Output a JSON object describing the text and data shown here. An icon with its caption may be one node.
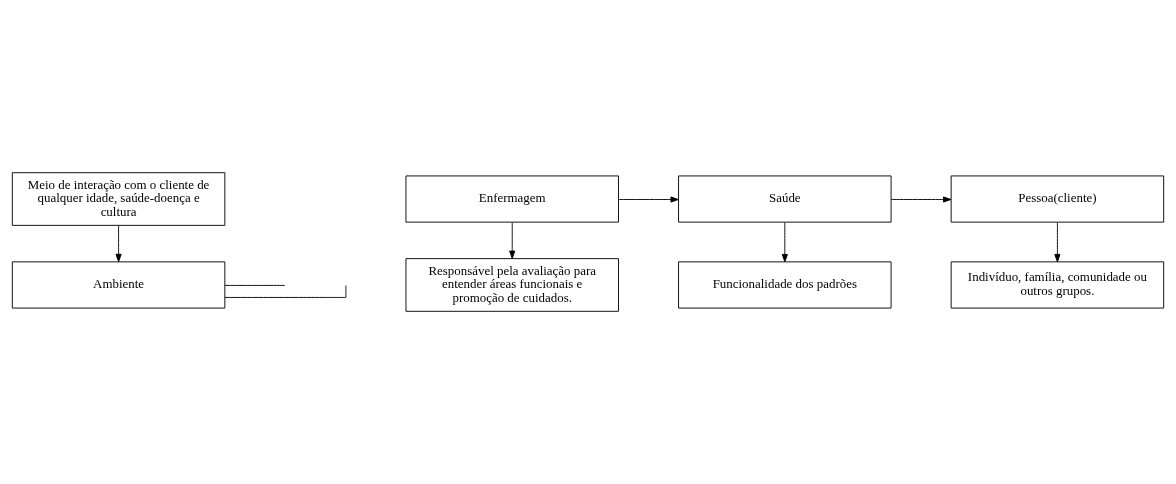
{
  "diagram": {
    "nodes": [
      {
        "text": [
          "Meio de interação com o cliente de qualquer idade, saúde-doença e cultura"
        ]
      },
      {
        "text": [
          "Ambiente"
        ]
      },
      {
        "text": [
          "Enfermagem"
        ]
      },
      {
        "text": [
          "Saúde"
        ]
      },
      {
        "text": [
          "Pessoa(cliente)"
        ]
      },
      {
        "text": [
          "Responsável pela avaliação para entender áreas funcionais e promoção de cuidados."
        ]
      },
      {
        "text": [
          "Funcionalidade dos padrões"
        ]
      },
      {
        "text": [
          "Indivíduo, família, comunidade ou outros grupos."
        ]
      }
    ],
    "edges": [
      {
        "from": 0,
        "to": 1,
        "arrow": "to"
      },
      {
        "from": 1,
        "to": null,
        "arrow": "none"
      },
      {
        "from": 1,
        "to": null,
        "arrow": "none"
      },
      {
        "from": 2,
        "to": 3,
        "arrow": "to"
      },
      {
        "from": 3,
        "to": 4,
        "arrow": "to"
      },
      {
        "from": 2,
        "to": 5,
        "arrow": "to"
      },
      {
        "from": 3,
        "to": 6,
        "arrow": "to"
      },
      {
        "from": 4,
        "to": 7,
        "arrow": "to"
      }
    ]
  }
}
